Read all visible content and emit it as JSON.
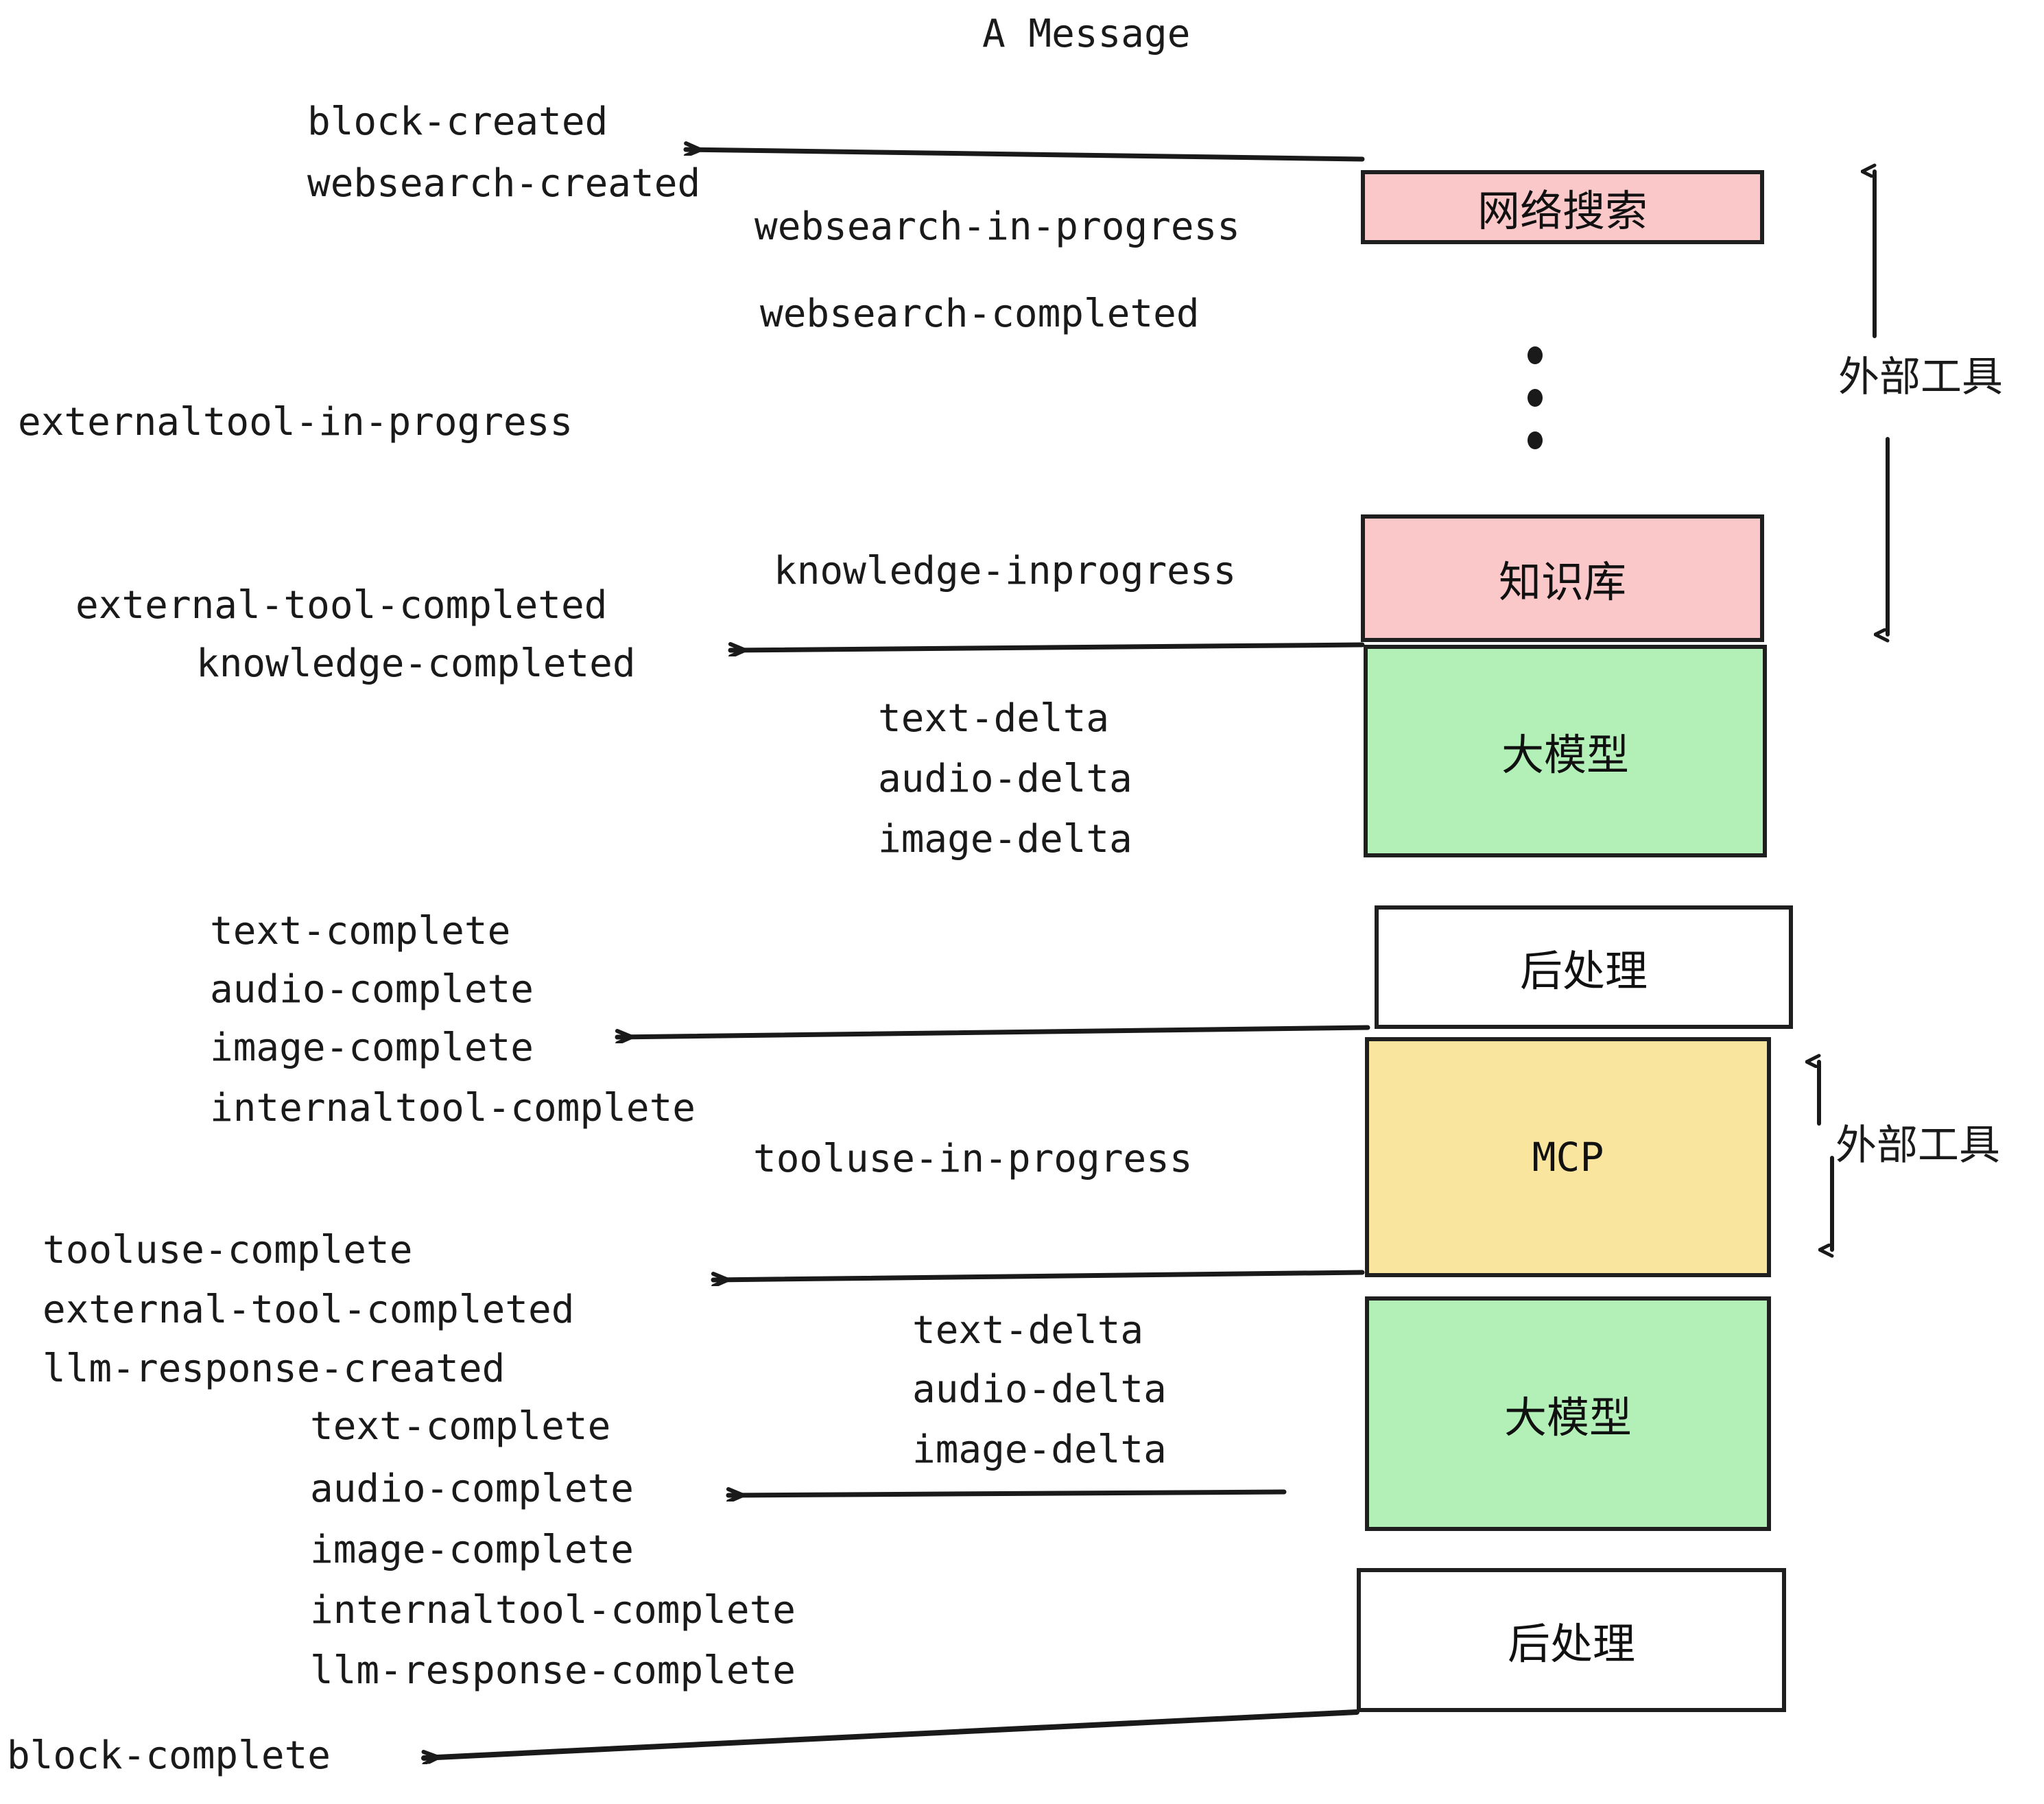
{
  "title": "A Message",
  "colors": {
    "pink": "#FBC8C9",
    "green": "#B3F0B8",
    "yellow": "#FAE59F",
    "white": "#FFFFFF",
    "stroke": "#1F1F1F",
    "text": "#1A1A1A"
  },
  "boxes": [
    {
      "id": "websearch",
      "label": "网络搜索",
      "fill": "pink"
    },
    {
      "id": "knowledge",
      "label": "知识库",
      "fill": "pink"
    },
    {
      "id": "llm-1",
      "label": "大模型",
      "fill": "green"
    },
    {
      "id": "postprocess-1",
      "label": "后处理",
      "fill": "white"
    },
    {
      "id": "mcp",
      "label": "MCP",
      "fill": "yellow"
    },
    {
      "id": "llm-2",
      "label": "大模型",
      "fill": "green"
    },
    {
      "id": "postprocess-2",
      "label": "后处理",
      "fill": "white"
    }
  ],
  "side_labels": [
    {
      "id": "external-tools-top",
      "text": "外部工具"
    },
    {
      "id": "external-tools-bottom",
      "text": "外部工具"
    }
  ],
  "events": {
    "group_websearch_out": [
      "block-created",
      "websearch-created"
    ],
    "group_websearch_in": [
      "websearch-in-progress",
      "websearch-completed"
    ],
    "externaltool_in_progress": "externaltool-in-progress",
    "knowledge_in": "knowledge-inprogress",
    "group_knowledge_out": [
      "external-tool-completed",
      "knowledge-completed"
    ],
    "llm1_deltas": [
      "text-delta",
      "audio-delta",
      "image-delta"
    ],
    "group_post1_out": [
      "text-complete",
      "audio-complete",
      "image-complete",
      "internaltool-complete"
    ],
    "tooluse_in_progress": "tooluse-in-progress",
    "group_mcp_out": [
      "tooluse-complete",
      "external-tool-completed",
      "llm-response-created"
    ],
    "llm2_deltas": [
      "text-delta",
      "audio-delta",
      "image-delta"
    ],
    "group_post2_out": [
      "text-complete",
      "audio-complete",
      "image-complete",
      "internaltool-complete",
      "llm-response-complete"
    ],
    "block_complete": "block-complete"
  }
}
